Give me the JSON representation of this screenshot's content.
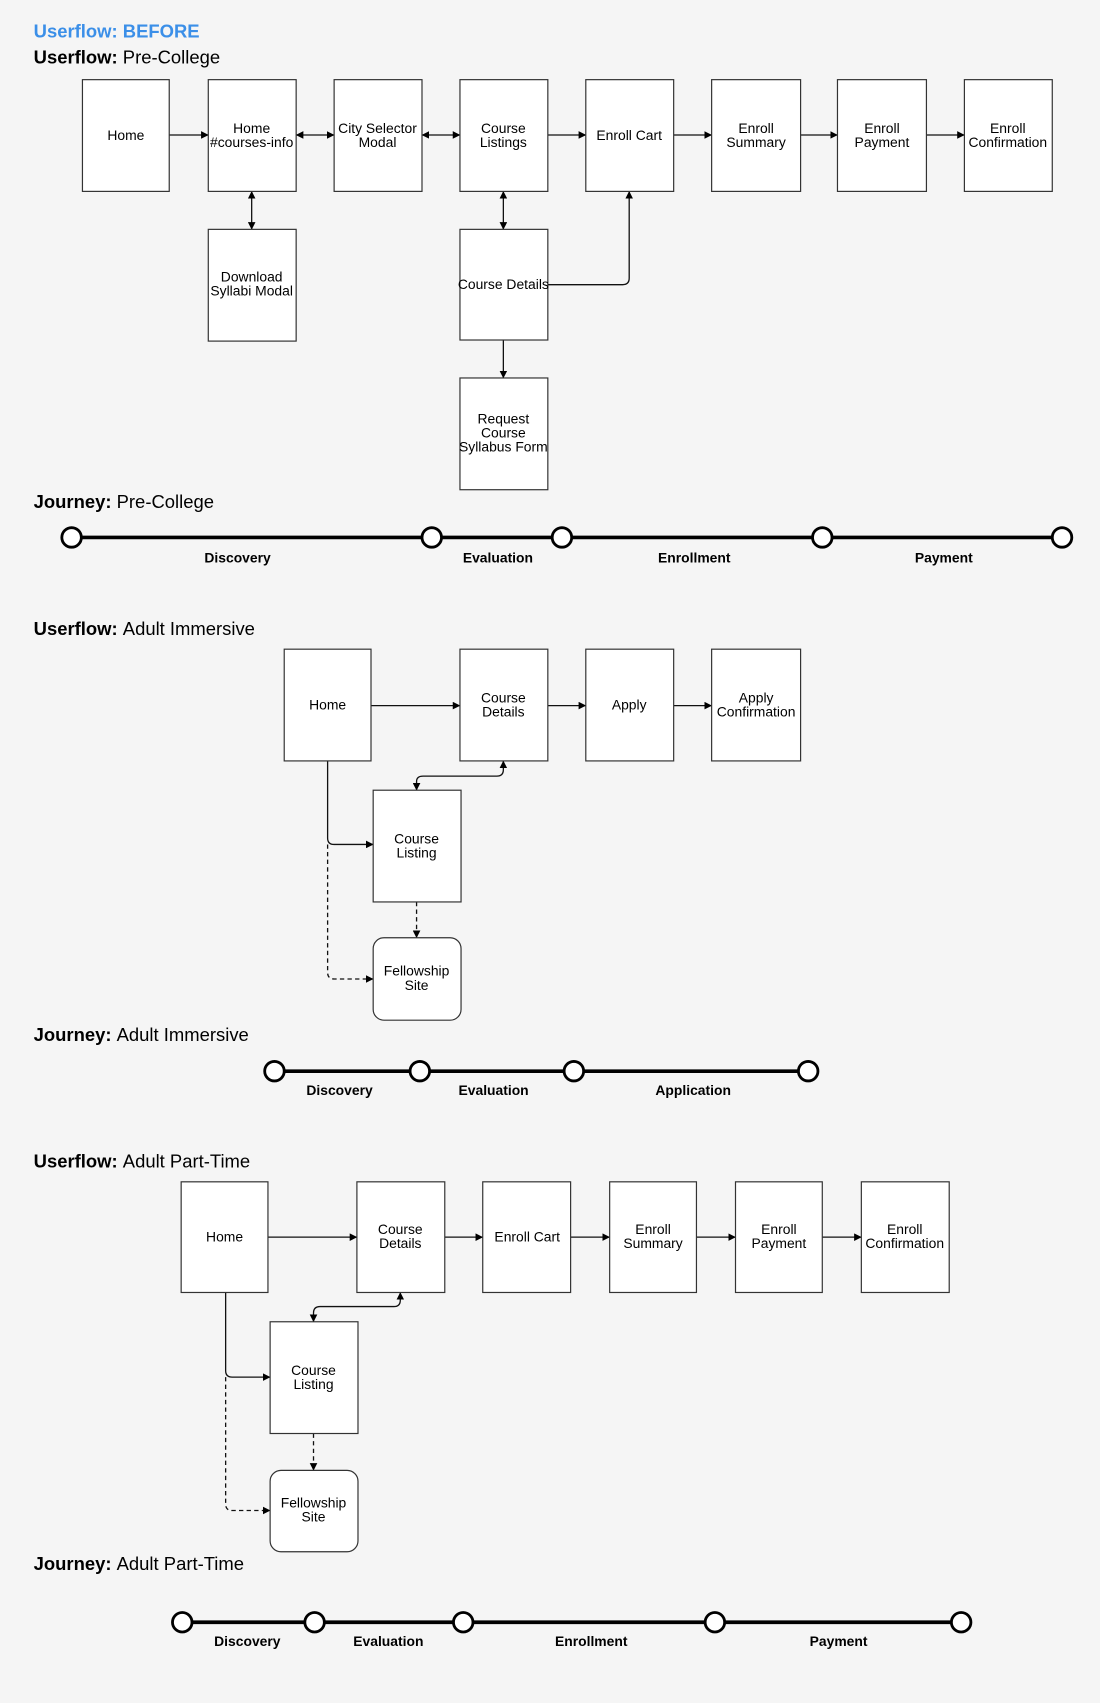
{
  "header": {
    "title": "Userflow: BEFORE"
  },
  "sections": {
    "precollege": {
      "userflow_heading": {
        "bold": "Userflow:",
        "text": "Pre-College"
      },
      "boxes": {
        "home": [
          "Home"
        ],
        "home_courses_info": [
          "Home",
          "#courses-info"
        ],
        "city_selector": [
          "City Selector",
          "Modal"
        ],
        "course_listings": [
          "Course",
          "Listings"
        ],
        "enroll_cart": [
          "Enroll Cart"
        ],
        "enroll_summary": [
          "Enroll",
          "Summary"
        ],
        "enroll_payment": [
          "Enroll",
          "Payment"
        ],
        "enroll_confirmation": [
          "Enroll",
          "Confirmation"
        ],
        "download_syllabi": [
          "Download",
          "Syllabi Modal"
        ],
        "course_details": [
          "Course Details"
        ],
        "request_syllabus": [
          "Request",
          "Course",
          "Syllabus Form"
        ]
      },
      "journey_heading": {
        "bold": "Journey:",
        "text": "Pre-College"
      },
      "stages": [
        "Discovery",
        "Evaluation",
        "Enrollment",
        "Payment"
      ]
    },
    "adult_immersive": {
      "userflow_heading": {
        "bold": "Userflow:",
        "text": "Adult Immersive"
      },
      "boxes": {
        "home": [
          "Home"
        ],
        "course_details": [
          "Course",
          "Details"
        ],
        "apply": [
          "Apply"
        ],
        "apply_confirmation": [
          "Apply",
          "Confirmation"
        ],
        "course_listing": [
          "Course",
          "Listing"
        ],
        "fellowship_site": [
          "Fellowship",
          "Site"
        ]
      },
      "journey_heading": {
        "bold": "Journey:",
        "text": "Adult Immersive"
      },
      "stages": [
        "Discovery",
        "Evaluation",
        "Application"
      ]
    },
    "adult_parttime": {
      "userflow_heading": {
        "bold": "Userflow:",
        "text": "Adult Part-Time"
      },
      "boxes": {
        "home": [
          "Home"
        ],
        "course_details": [
          "Course",
          "Details"
        ],
        "enroll_cart": [
          "Enroll Cart"
        ],
        "enroll_summary": [
          "Enroll",
          "Summary"
        ],
        "enroll_payment": [
          "Enroll",
          "Payment"
        ],
        "enroll_confirmation": [
          "Enroll",
          "Confirmation"
        ],
        "course_listing": [
          "Course",
          "Listing"
        ],
        "fellowship_site": [
          "Fellowship",
          "Site"
        ]
      },
      "journey_heading": {
        "bold": "Journey:",
        "text": "Adult Part-Time"
      },
      "stages": [
        "Discovery",
        "Evaluation",
        "Enrollment",
        "Payment"
      ]
    }
  },
  "colors": {
    "accent": "#3b8fe8",
    "background": "#f5f5f5",
    "box_fill": "#ffffff",
    "line": "#000000"
  }
}
